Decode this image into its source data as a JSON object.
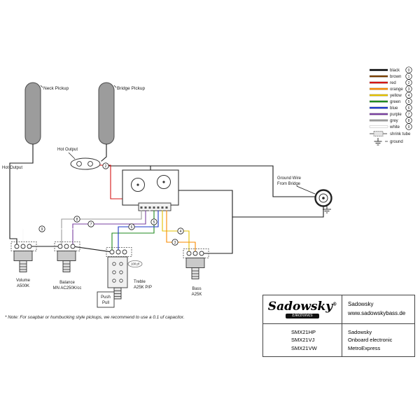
{
  "legend": {
    "wires": [
      {
        "label": "black",
        "num": "0",
        "color": "#000000"
      },
      {
        "label": "brown",
        "num": "1",
        "color": "#7b3f00"
      },
      {
        "label": "red",
        "num": "2",
        "color": "#d41414"
      },
      {
        "label": "orange",
        "num": "3",
        "color": "#f98a00"
      },
      {
        "label": "yellow",
        "num": "4",
        "color": "#e3c000"
      },
      {
        "label": "green",
        "num": "5",
        "color": "#1f8a1f"
      },
      {
        "label": "blue",
        "num": "6",
        "color": "#1a35c8"
      },
      {
        "label": "purple",
        "num": "7",
        "color": "#7a3fa0"
      },
      {
        "label": "grey",
        "num": "8",
        "color": "#9a9a9a"
      },
      {
        "label": "white",
        "num": "9",
        "color": "#ffffff"
      }
    ],
    "shrink_tube_label": "shrink tube",
    "ground_label": "ground"
  },
  "pickups": {
    "neck": "Neck Pickup",
    "bridge": "Bridge Pickup"
  },
  "labels": {
    "hot_output_left": "Hot Output",
    "hot_output_top": "Hot Output",
    "ground_wire_line1": "Ground Wire",
    "ground_wire_line2": "From Bridge",
    "cap_value": "100 pf"
  },
  "controls": {
    "volume": {
      "name": "Volume",
      "value": "A500K"
    },
    "balance": {
      "name": "Balance",
      "value": "MN AC250K/cc"
    },
    "treble": {
      "name": "Treble",
      "value": "A25K P/P",
      "switch_line1": "Push",
      "switch_line2": "Pull"
    },
    "bass": {
      "name": "Bass",
      "value": "A25K"
    }
  },
  "junctions": [
    {
      "num": "2"
    },
    {
      "num": "9"
    },
    {
      "num": "8"
    },
    {
      "num": "7"
    },
    {
      "num": "6"
    },
    {
      "num": "5"
    },
    {
      "num": "4"
    },
    {
      "num": "3"
    }
  ],
  "note": "* Note: For soapbar or humbucking style pickups, we recommend to use a 0.1 uf capacitor.",
  "footer": {
    "brand": "Sadowsky",
    "brand_reg": "®",
    "brand_sub": "Electronics",
    "company": "Sadowsky",
    "website": "www.sadowskybass.de",
    "models": [
      "SMX21HP",
      "SMX21VJ",
      "SMX21VW"
    ],
    "product_line1": "Sadowsky",
    "product_line2": "Onboard electronic",
    "product_line3": "MetroExpress"
  }
}
